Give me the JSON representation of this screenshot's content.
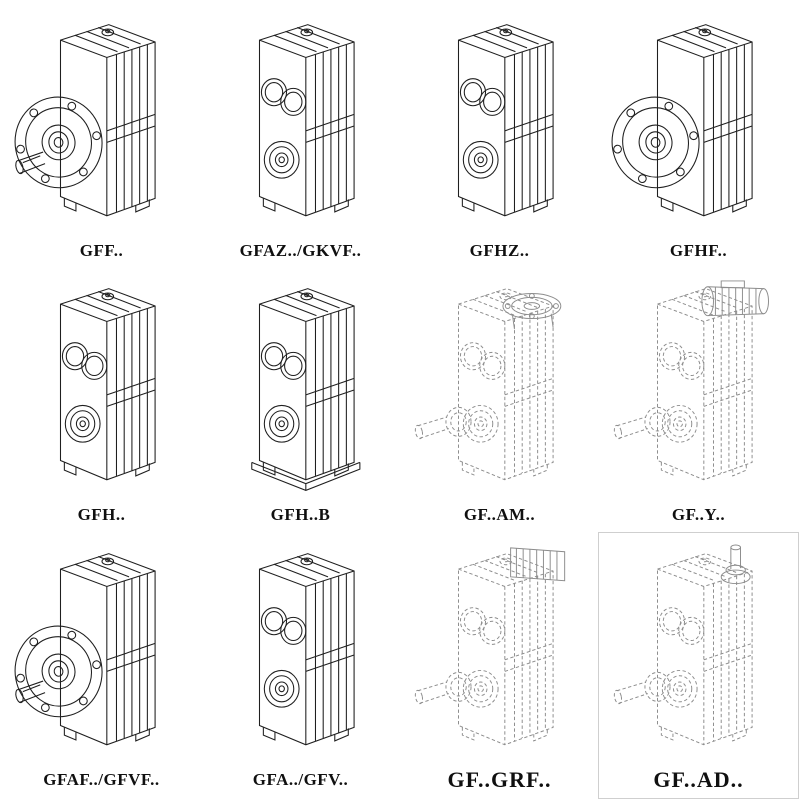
{
  "catalog": {
    "rows": 3,
    "cols": 4,
    "background": "#ffffff",
    "line_color": "#1f1f1f",
    "phantom_line_color": "#8c8c8c",
    "cells": [
      {
        "label": "GFF..",
        "drawing": "gearbox-output-flange-with-shaft"
      },
      {
        "label": "GFAZ../GKVF..",
        "drawing": "gearbox-double-bore-face"
      },
      {
        "label": "GFHZ..",
        "drawing": "gearbox-double-bore-face"
      },
      {
        "label": "GFHF..",
        "drawing": "gearbox-output-flange"
      },
      {
        "label": "GFH..",
        "drawing": "gearbox-double-bore-face"
      },
      {
        "label": "GFH..B",
        "drawing": "gearbox-double-bore-face-baseplate"
      },
      {
        "label": "GF..AM..",
        "drawing": "gearbox-phantom-input-flange-top"
      },
      {
        "label": "GF..Y..",
        "drawing": "gearbox-phantom-motor-top"
      },
      {
        "label": "GFAF../GFVF..",
        "drawing": "gearbox-output-flange-with-shaft"
      },
      {
        "label": "GFA../GFV..",
        "drawing": "gearbox-double-bore-face"
      },
      {
        "label": "GF..GRF..",
        "drawing": "gearbox-phantom-finned-adapter-top"
      },
      {
        "label": "GF..AD..",
        "drawing": "gearbox-phantom-input-shaft-top"
      }
    ]
  }
}
